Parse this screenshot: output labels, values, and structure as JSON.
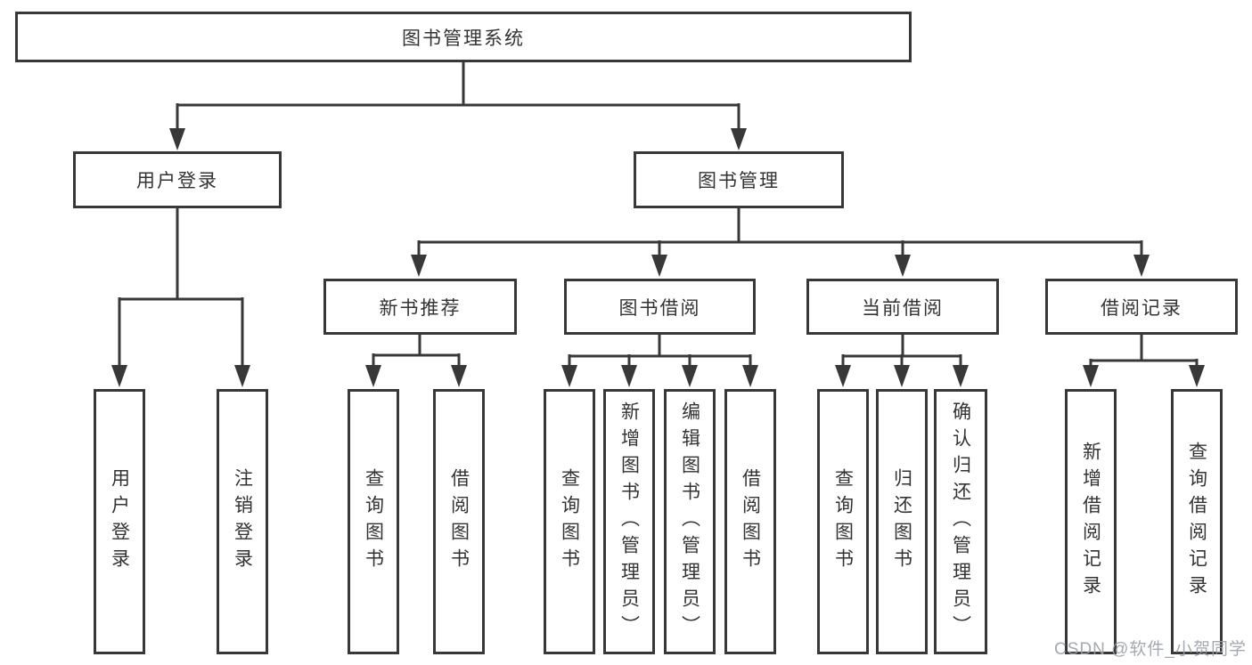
{
  "diagram": {
    "type": "hierarchy-tree",
    "title": "图书管理系统"
  },
  "tree": {
    "label": "图书管理系统",
    "children": [
      {
        "label": "用户登录",
        "children": [
          {
            "label": "用户登录"
          },
          {
            "label": "注销登录"
          }
        ]
      },
      {
        "label": "图书管理",
        "children": [
          {
            "label": "新书推荐",
            "children": [
              {
                "label": "查询图书"
              },
              {
                "label": "借阅图书"
              }
            ]
          },
          {
            "label": "图书借阅",
            "children": [
              {
                "label": "查询图书"
              },
              {
                "label": "新增图书（管理员）"
              },
              {
                "label": "编辑图书（管理员）"
              },
              {
                "label": "借阅图书"
              }
            ]
          },
          {
            "label": "当前借阅",
            "children": [
              {
                "label": "查询图书"
              },
              {
                "label": "归还图书"
              },
              {
                "label": "确认归还（管理员）"
              }
            ]
          },
          {
            "label": "借阅记录",
            "children": [
              {
                "label": "新增借阅记录"
              },
              {
                "label": "查询借阅记录"
              }
            ]
          }
        ]
      }
    ]
  },
  "watermark": {
    "text": "CSDN @软件_小贺同学",
    "color": "#9aa0a6"
  },
  "colors": {
    "line": "#383838",
    "box_border": "#383838",
    "text": "#333333",
    "background": "#ffffff"
  }
}
